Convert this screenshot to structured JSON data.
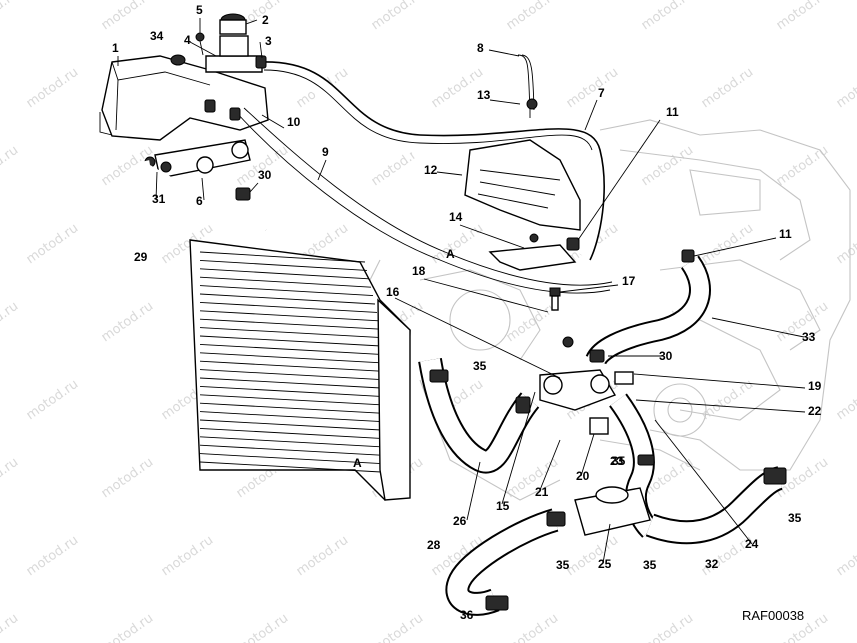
{
  "watermark": "motod.ru",
  "reference_code": "RAF00038",
  "callouts": [
    "1",
    "2",
    "3",
    "4",
    "5",
    "6",
    "7",
    "8",
    "9",
    "10",
    "11",
    "11",
    "12",
    "13",
    "14",
    "15",
    "16",
    "17",
    "18",
    "19",
    "20",
    "21",
    "22",
    "23",
    "24",
    "25",
    "26",
    "28",
    "29",
    "30",
    "30",
    "31",
    "32",
    "33",
    "34",
    "35",
    "35",
    "35",
    "35",
    "35",
    "36",
    "A",
    "A"
  ]
}
